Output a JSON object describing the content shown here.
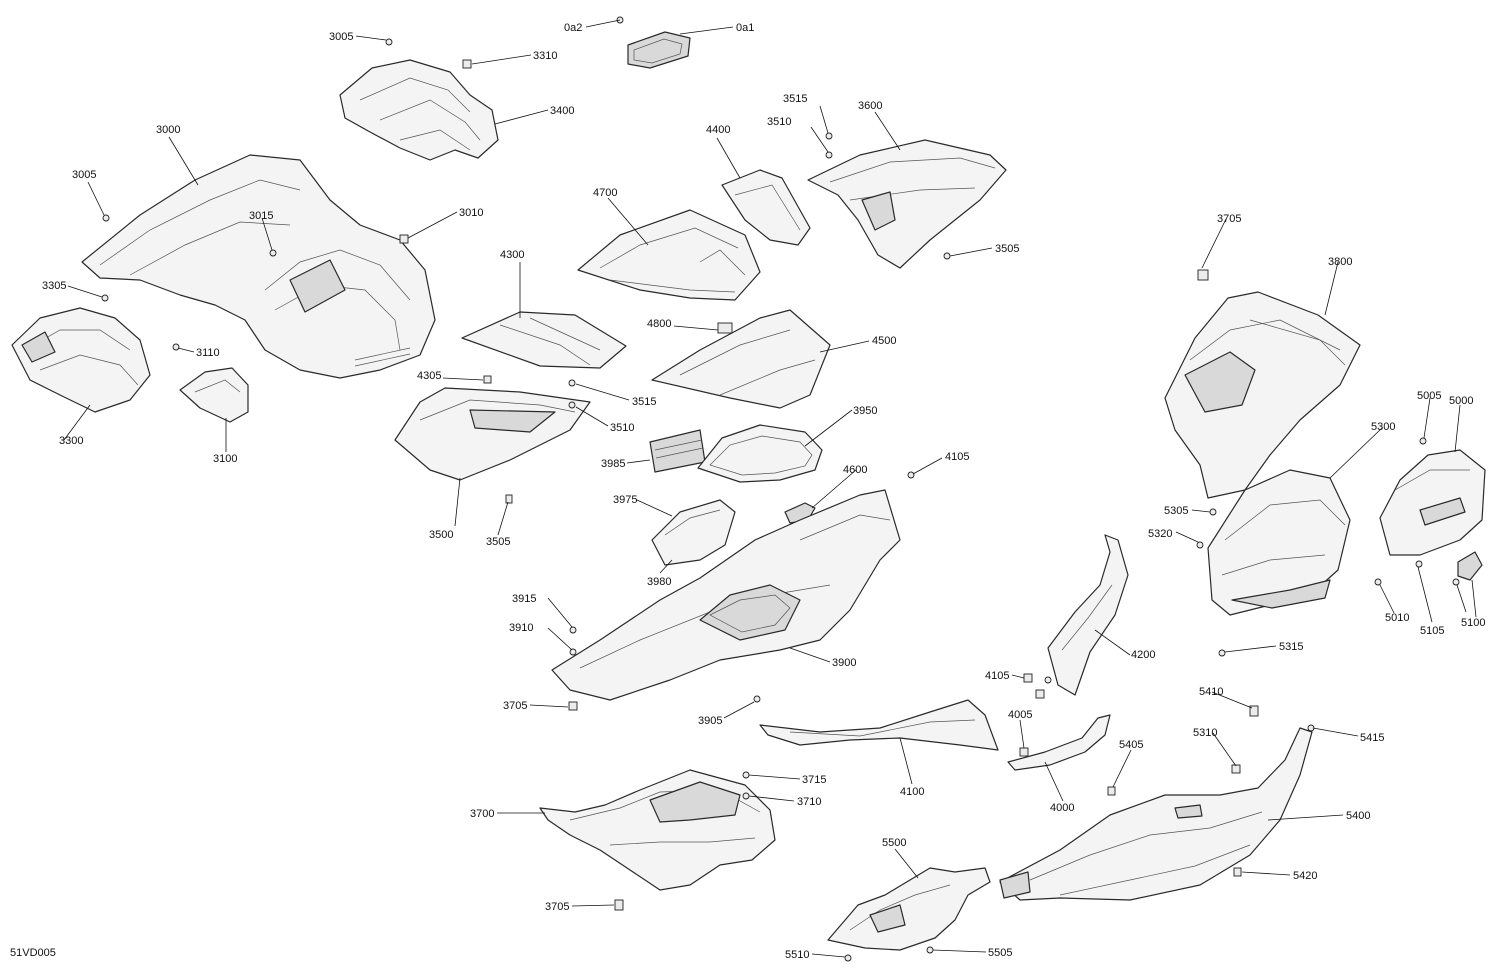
{
  "diagram_code": "51VD005",
  "callouts": [
    {
      "id": "0a2",
      "text": "0a2"
    },
    {
      "id": "0a1",
      "text": "0a1"
    },
    {
      "id": "3005a",
      "text": "3005"
    },
    {
      "id": "3310",
      "text": "3310"
    },
    {
      "id": "3400",
      "text": "3400"
    },
    {
      "id": "3000",
      "text": "3000"
    },
    {
      "id": "3005b",
      "text": "3005"
    },
    {
      "id": "3015",
      "text": "3015"
    },
    {
      "id": "3010",
      "text": "3010"
    },
    {
      "id": "3305",
      "text": "3305"
    },
    {
      "id": "3110",
      "text": "3110"
    },
    {
      "id": "3300",
      "text": "3300"
    },
    {
      "id": "3100",
      "text": "3100"
    },
    {
      "id": "4300",
      "text": "4300"
    },
    {
      "id": "4700",
      "text": "4700"
    },
    {
      "id": "4400",
      "text": "4400"
    },
    {
      "id": "3515",
      "text": "3515"
    },
    {
      "id": "3510a",
      "text": "3510"
    },
    {
      "id": "3600",
      "text": "3600"
    },
    {
      "id": "3505a",
      "text": "3505"
    },
    {
      "id": "4800",
      "text": "4800"
    },
    {
      "id": "4500",
      "text": "4500"
    },
    {
      "id": "4305",
      "text": "4305"
    },
    {
      "id": "3515b",
      "text": "3515"
    },
    {
      "id": "3510b",
      "text": "3510"
    },
    {
      "id": "3985",
      "text": "3985"
    },
    {
      "id": "3950",
      "text": "3950"
    },
    {
      "id": "3500",
      "text": "3500"
    },
    {
      "id": "3505b",
      "text": "3505"
    },
    {
      "id": "3975",
      "text": "3975"
    },
    {
      "id": "4600",
      "text": "4600"
    },
    {
      "id": "4105a",
      "text": "4105"
    },
    {
      "id": "3980",
      "text": "3980"
    },
    {
      "id": "3915",
      "text": "3915"
    },
    {
      "id": "3910",
      "text": "3910"
    },
    {
      "id": "3900",
      "text": "3900"
    },
    {
      "id": "3705a",
      "text": "3705"
    },
    {
      "id": "3905",
      "text": "3905"
    },
    {
      "id": "3705b",
      "text": "3705"
    },
    {
      "id": "3800",
      "text": "3800"
    },
    {
      "id": "5005",
      "text": "5005"
    },
    {
      "id": "5000",
      "text": "5000"
    },
    {
      "id": "5300",
      "text": "5300"
    },
    {
      "id": "5305",
      "text": "5305"
    },
    {
      "id": "5320",
      "text": "5320"
    },
    {
      "id": "5010",
      "text": "5010"
    },
    {
      "id": "5105",
      "text": "5105"
    },
    {
      "id": "5100",
      "text": "5100"
    },
    {
      "id": "5315",
      "text": "5315"
    },
    {
      "id": "4200",
      "text": "4200"
    },
    {
      "id": "4105b",
      "text": "4105"
    },
    {
      "id": "4005",
      "text": "4005"
    },
    {
      "id": "5410",
      "text": "5410"
    },
    {
      "id": "5310",
      "text": "5310"
    },
    {
      "id": "5415",
      "text": "5415"
    },
    {
      "id": "5405",
      "text": "5405"
    },
    {
      "id": "4100",
      "text": "4100"
    },
    {
      "id": "4000",
      "text": "4000"
    },
    {
      "id": "3715",
      "text": "3715"
    },
    {
      "id": "3710",
      "text": "3710"
    },
    {
      "id": "3700",
      "text": "3700"
    },
    {
      "id": "5400",
      "text": "5400"
    },
    {
      "id": "5420",
      "text": "5420"
    },
    {
      "id": "5500",
      "text": "5500"
    },
    {
      "id": "3705c",
      "text": "3705"
    },
    {
      "id": "5510",
      "text": "5510"
    },
    {
      "id": "5505",
      "text": "5505"
    }
  ]
}
